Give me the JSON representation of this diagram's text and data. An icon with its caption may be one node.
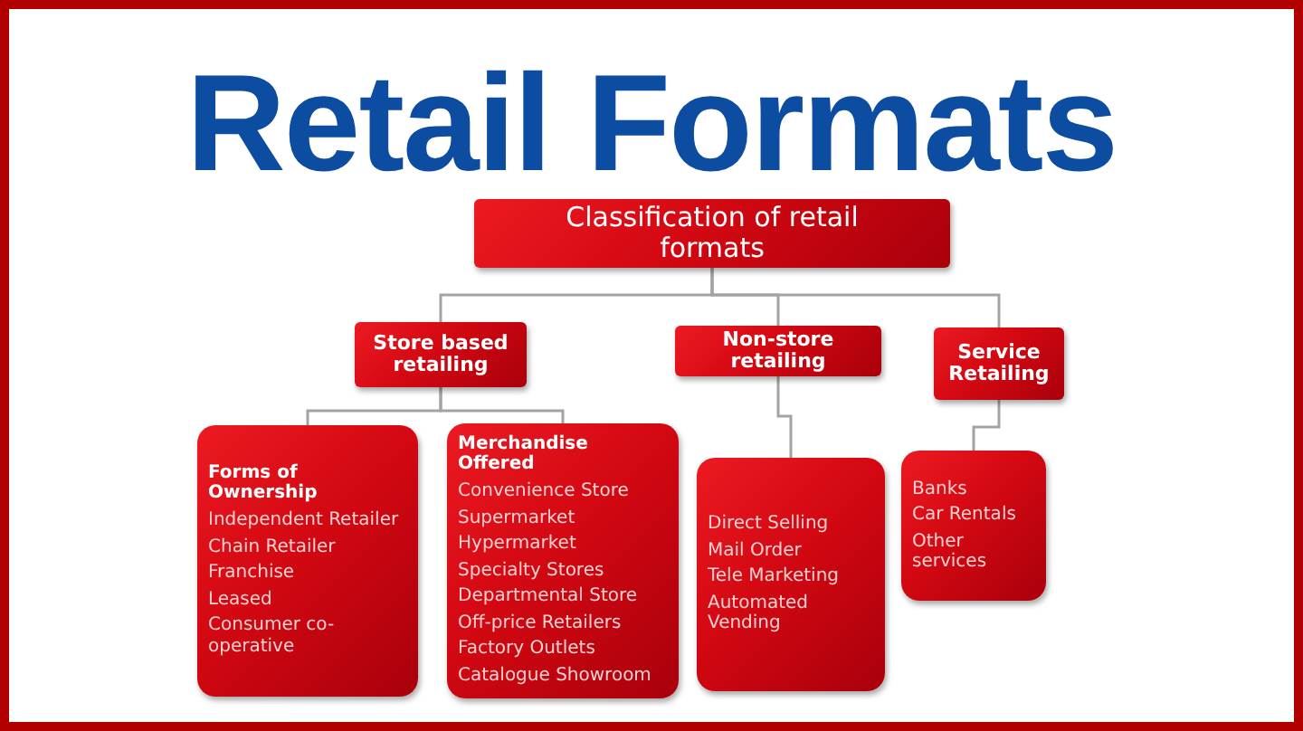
{
  "diagram": {
    "title": "Retail Formats",
    "nodes": [
      {
        "text": [
          "Classification of retail formats"
        ]
      },
      {
        "text": [
          "Store based retailing"
        ]
      },
      {
        "text": [
          "Non-store retailing"
        ]
      },
      {
        "text": [
          "Service Retailing"
        ]
      },
      {
        "text": [
          "Forms of Ownership",
          "Independent Retailer",
          "Chain Retailer",
          "Franchise",
          "Leased",
          "Consumer co-operative"
        ]
      },
      {
        "text": [
          "Merchandise Offered",
          "Convenience Store",
          "Supermarket",
          "Hypermarket",
          "Specialty Stores",
          "Departmental Store",
          "Off-price Retailers",
          "Factory Outlets",
          "Catalogue Showroom"
        ]
      },
      {
        "text": [
          "Direct Selling",
          "Mail Order",
          "Tele Marketing",
          "Automated Vending"
        ]
      },
      {
        "text": [
          "Banks",
          "Car Rentals",
          "Other services"
        ]
      }
    ],
    "edges": [
      {
        "from": 0,
        "to": 1,
        "arrow": "none"
      },
      {
        "from": 0,
        "to": 2,
        "arrow": "none"
      },
      {
        "from": 0,
        "to": 3,
        "arrow": "none"
      },
      {
        "from": 1,
        "to": 4,
        "arrow": "none"
      },
      {
        "from": 1,
        "to": 5,
        "arrow": "none"
      },
      {
        "from": 2,
        "to": 6,
        "arrow": "none"
      },
      {
        "from": 3,
        "to": 7,
        "arrow": "none"
      }
    ]
  }
}
